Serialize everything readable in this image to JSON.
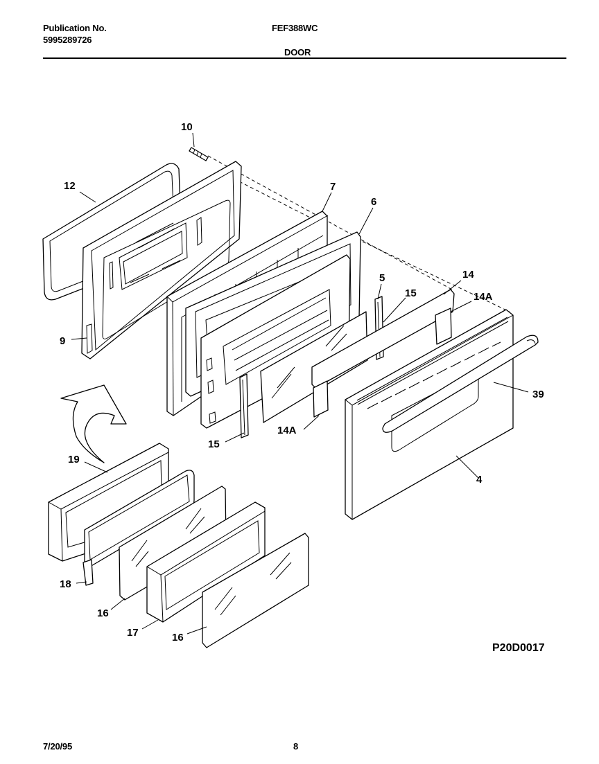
{
  "header": {
    "publication_label": "Publication No.",
    "publication_number": "5995289726",
    "model": "FEF388WC",
    "section": "DOOR"
  },
  "diagram": {
    "code": "P20D0017",
    "callouts": [
      {
        "id": "10",
        "label": "10"
      },
      {
        "id": "12",
        "label": "12"
      },
      {
        "id": "7",
        "label": "7"
      },
      {
        "id": "6",
        "label": "6"
      },
      {
        "id": "9",
        "label": "9"
      },
      {
        "id": "5",
        "label": "5"
      },
      {
        "id": "15a",
        "label": "15"
      },
      {
        "id": "14",
        "label": "14"
      },
      {
        "id": "14A-a",
        "label": "14A"
      },
      {
        "id": "39",
        "label": "39"
      },
      {
        "id": "15b",
        "label": "15"
      },
      {
        "id": "14A-b",
        "label": "14A"
      },
      {
        "id": "4",
        "label": "4"
      },
      {
        "id": "19",
        "label": "19"
      },
      {
        "id": "18",
        "label": "18"
      },
      {
        "id": "16a",
        "label": "16"
      },
      {
        "id": "17",
        "label": "17"
      },
      {
        "id": "16b",
        "label": "16"
      }
    ]
  },
  "footer": {
    "date": "7/20/95",
    "page": "8"
  }
}
